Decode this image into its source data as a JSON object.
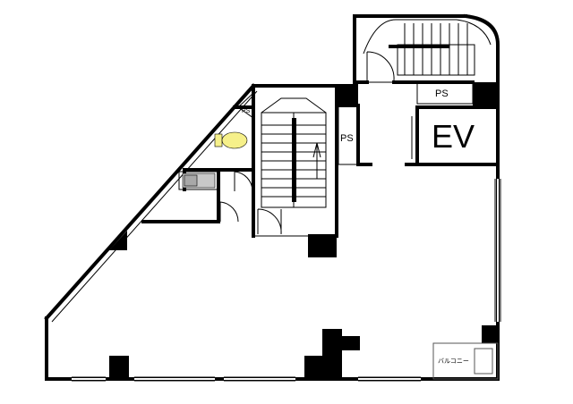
{
  "labels": {
    "ev": "EV",
    "ps_top": "PS",
    "ps_mid": "PS",
    "ps_small": "PS",
    "balcony": "バルコニー"
  },
  "colors": {
    "wall": "#000000",
    "toilet": "#f6f08a",
    "sink": "#c8c8c8"
  }
}
